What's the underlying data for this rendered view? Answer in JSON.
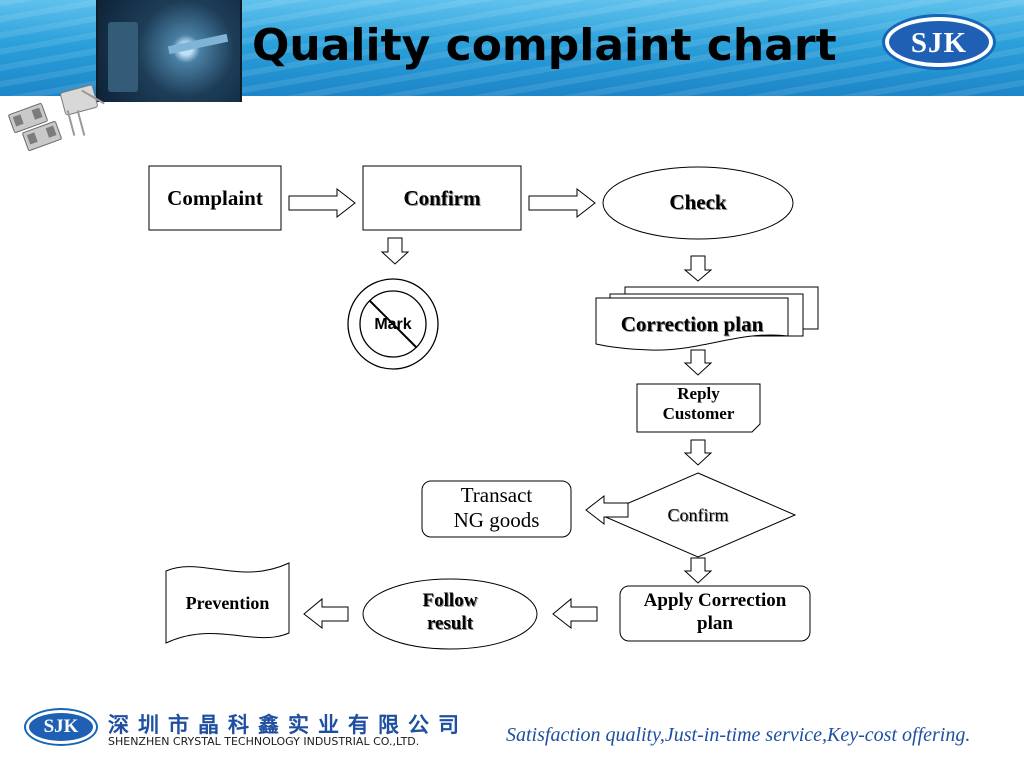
{
  "header": {
    "title": "Quality complaint chart",
    "logo_text": "SJK"
  },
  "flow": {
    "complaint": "Complaint",
    "confirm_top": "Confirm",
    "check": "Check",
    "mark": "Mark",
    "correction_plan": "Correction plan",
    "reply_customer_line1": "Reply",
    "reply_customer_line2": "Customer",
    "confirm_decision": "Confirm",
    "transact_line1": "Transact",
    "transact_line2": "NG goods",
    "apply_line1": "Apply Correction",
    "apply_line2": "plan",
    "follow_line1": "Follow",
    "follow_line2": "result",
    "prevention": "Prevention"
  },
  "footer": {
    "logo_text": "SJK",
    "company_cn": "深圳市晶科鑫实业有限公司",
    "company_en": "SHENZHEN CRYSTAL TECHNOLOGY INDUSTRIAL CO.,LTD.",
    "slogan": "Satisfaction quality,Just-in-time service,Key-cost offering."
  },
  "colors": {
    "header_blue": "#2ba0da",
    "brand_blue": "#1f5fb4",
    "line": "#000000"
  }
}
